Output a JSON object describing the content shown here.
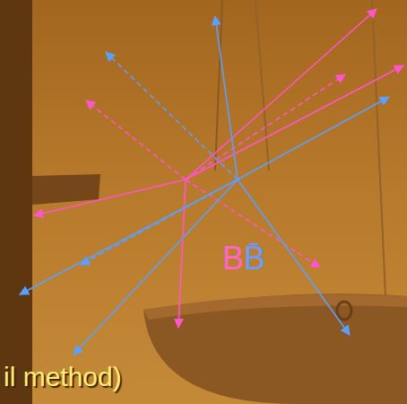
{
  "diagram": {
    "labels": [
      "B",
      "B̄",
      "il method)"
    ]
  }
}
